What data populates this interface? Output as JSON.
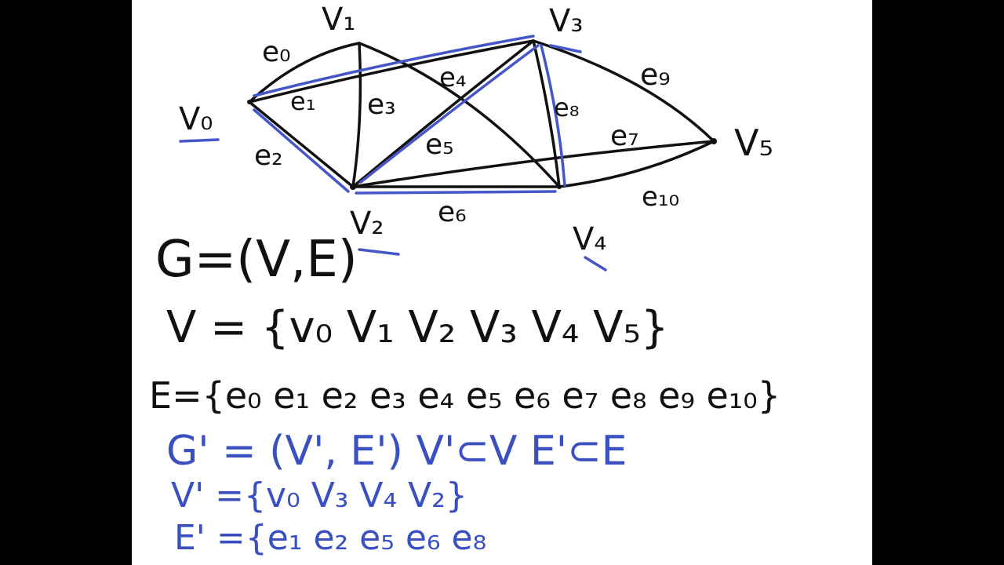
{
  "colors": {
    "ink": "#111111",
    "highlight": "#3a4fc0",
    "board": "#ffffff",
    "frame": "#000000"
  },
  "graph": {
    "vertices": [
      "V0",
      "V1",
      "V2",
      "V3",
      "V4",
      "V5"
    ],
    "vertex_labels": {
      "v0": "V₀",
      "v1": "V₁",
      "v2": "V₂",
      "v3": "V₃",
      "v4": "V₄",
      "v5": "V₅"
    },
    "edge_labels": {
      "e0": "e₀",
      "e1": "e₁",
      "e2": "e₂",
      "e3": "e₃",
      "e4": "e₄",
      "e5": "e₅",
      "e6": "e₆",
      "e7": "e₇",
      "e8": "e₈",
      "e9": "e₉",
      "e10": "e₁₀"
    },
    "edges": [
      {
        "id": "e0",
        "from": "V0",
        "to": "V1"
      },
      {
        "id": "e1",
        "from": "V0",
        "to": "V3"
      },
      {
        "id": "e2",
        "from": "V0",
        "to": "V2"
      },
      {
        "id": "e3",
        "from": "V1",
        "to": "V2"
      },
      {
        "id": "e4",
        "from": "V1",
        "to": "V4"
      },
      {
        "id": "e5",
        "from": "V2",
        "to": "V3"
      },
      {
        "id": "e6",
        "from": "V2",
        "to": "V4"
      },
      {
        "id": "e7",
        "from": "V2",
        "to": "V5"
      },
      {
        "id": "e8",
        "from": "V3",
        "to": "V4"
      },
      {
        "id": "e9",
        "from": "V3",
        "to": "V5"
      },
      {
        "id": "e10",
        "from": "V4",
        "to": "V5"
      }
    ],
    "subgraph_edges": [
      "e1",
      "e2",
      "e5",
      "e6",
      "e8"
    ],
    "subgraph_vertices": [
      "V0",
      "V3",
      "V4",
      "V2"
    ]
  },
  "notes": {
    "line1": "G=(V,E)",
    "line2": "V = {v₀ V₁ V₂ V₃ V₄ V₅}",
    "line3": "E={e₀ e₁ e₂ e₃ e₄ e₅ e₆ e₇ e₈ e₉ e₁₀}",
    "line4": "G' = (V', E')   V'⊂V   E'⊂E",
    "line5": "V' ={v₀ V₃ V₄ V₂}",
    "line6": "E' ={e₁ e₂ e₅ e₆ e₈"
  }
}
